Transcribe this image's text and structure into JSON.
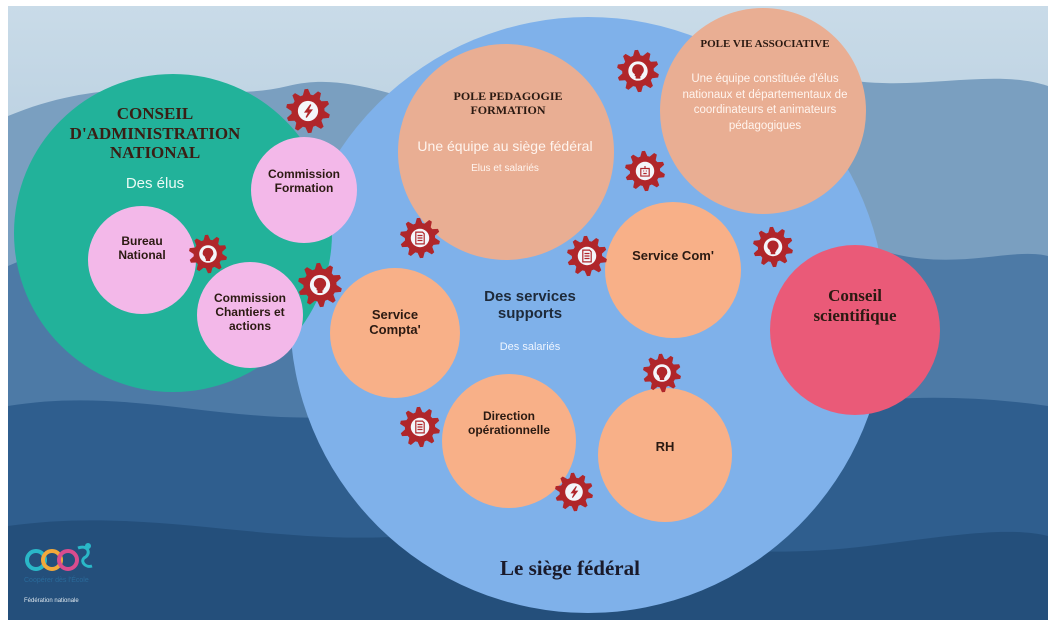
{
  "colors": {
    "sky": "#9bbbd3",
    "mountain_far": "#5f86ad",
    "mountain_mid": "#3d6c9a",
    "mountain_near": "#2c5b8a",
    "siege_circle": "#7fb0e8",
    "conseil_admin_circle": "#25b39a",
    "pink_circle": "#f2b8e8",
    "orange_circle": "#f8b088",
    "pole_circle": "#e9ae93",
    "conseil_sci_circle": "#ea5b79",
    "gear": "#b0262a",
    "title_dark": "#2b1a12"
  },
  "conseil_admin": {
    "title": "CONSEIL D'ADMINISTRATION NATIONAL",
    "subtitle": "Des élus"
  },
  "bureau": {
    "label": "Bureau National"
  },
  "commission_formation": {
    "label": "Commission Formation"
  },
  "commission_chantiers": {
    "label": "Commission Chantiers et actions"
  },
  "pole_pedagogie": {
    "title": "POLE PEDAGOGIE FORMATION",
    "subtitle": "Une équipe au siège fédéral",
    "note": "Elus et salariés"
  },
  "pole_vie": {
    "title": "POLE VIE ASSOCIATIVE",
    "description": "Une équipe constituée d'élus nationaux et départementaux de coordinateurs et animateurs pédagogiques"
  },
  "services": {
    "title": "Des services supports",
    "subtitle": "Des salariés"
  },
  "service_compta": {
    "label": "Service Compta'"
  },
  "service_com": {
    "label": "Service Com'"
  },
  "direction": {
    "label": "Direction opérationnelle"
  },
  "rh": {
    "label": "RH"
  },
  "conseil_sci": {
    "label": "Conseil scientifique"
  },
  "siege": {
    "label": "Le siège fédéral"
  },
  "gears": [
    {
      "id": "gear-commission-formation",
      "icon": "lightning-icon"
    },
    {
      "id": "gear-pole-pedagogie-vie",
      "icon": "lightbulb-icon"
    },
    {
      "id": "gear-bureau-chantiers",
      "icon": "lightbulb-icon"
    },
    {
      "id": "gear-chantiers-compta",
      "icon": "lightbulb-icon"
    },
    {
      "id": "gear-pedagogie-services",
      "icon": "document-icon"
    },
    {
      "id": "gear-pole-servicecom",
      "icon": "robot-icon"
    },
    {
      "id": "gear-services-servicecom",
      "icon": "document-icon"
    },
    {
      "id": "gear-servicecom-conseilsci",
      "icon": "lightbulb-icon"
    },
    {
      "id": "gear-servicecom-rh",
      "icon": "lightbulb-icon"
    },
    {
      "id": "gear-compta-direction",
      "icon": "document-icon"
    },
    {
      "id": "gear-direction-rh",
      "icon": "lightning-icon"
    }
  ],
  "logo": {
    "letters": "OCCE",
    "caption": "Coopérer dès l'École",
    "small": "Fédération nationale"
  }
}
